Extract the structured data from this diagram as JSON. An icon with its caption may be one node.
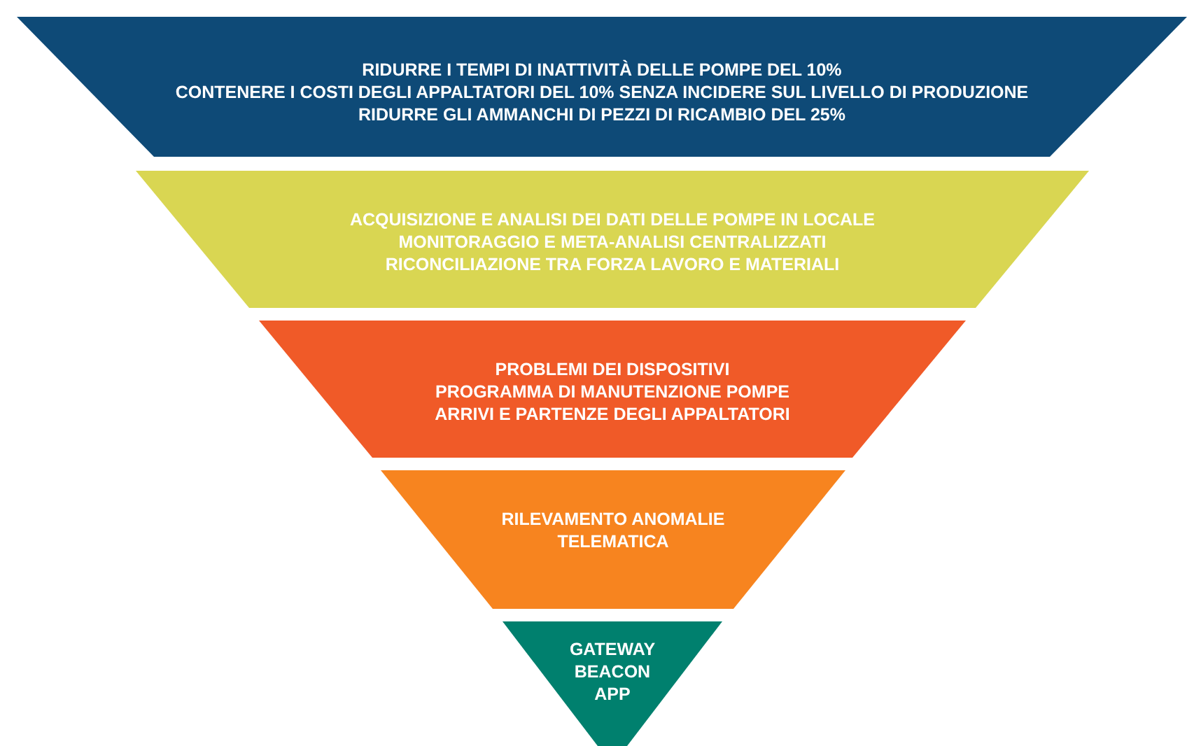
{
  "diagram": {
    "nodes": [
      {
        "text": [
          "RIDURRE I TEMPI DI INATTIVITÀ DELLE POMPE DEL 10%",
          "CONTENERE I COSTI DEGLI APPALTATORI DEL 10% SENZA INCIDERE SUL LIVELLO DI PRODUZIONE",
          "RIDURRE GLI AMMANCHI DI PEZZI DI RICAMBIO DEL 25%"
        ]
      },
      {
        "text": [
          "ACQUISIZIONE E ANALISI DEI DATI DELLE POMPE IN LOCALE",
          "MONITORAGGIO E META-ANALISI CENTRALIZZATI",
          "RICONCILIAZIONE TRA FORZA LAVORO E MATERIALI"
        ]
      },
      {
        "text": [
          "PROBLEMI DEI DISPOSITIVI",
          "PROGRAMMA DI MANUTENZIONE POMPE",
          "ARRIVI E PARTENZE DEGLI APPALTATORI"
        ]
      },
      {
        "text": [
          "RILEVAMENTO ANOMALIE",
          "TELEMATICA"
        ]
      },
      {
        "text": [
          "GATEWAY",
          "BEACON",
          "APP"
        ]
      }
    ]
  }
}
